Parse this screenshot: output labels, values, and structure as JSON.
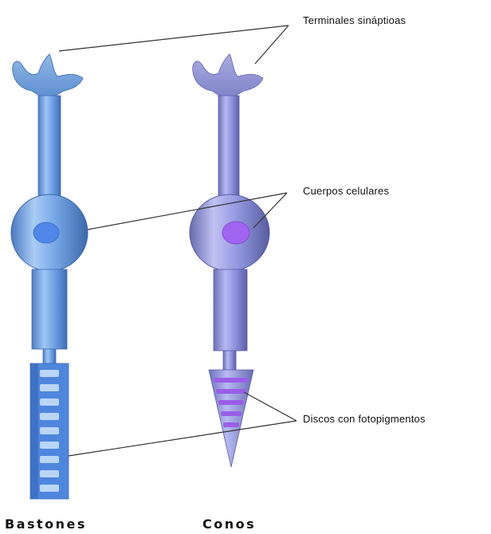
{
  "labels": {
    "terminals": "Terminales sináptioas",
    "cell_bodies": "Cuerpos celulares",
    "discs": "Discos con fotopigmentos"
  },
  "captions": {
    "rods": "Bastones",
    "cones": "Conos"
  },
  "colors": {
    "rod_body": "#6d9fe0",
    "rod_nucleus": "#4f86e8",
    "rod_segment": "#5a8fe0",
    "rod_disc": "#b9d6f7",
    "cone_body": "#8a8ee6",
    "cone_nucleus": "#a064f0",
    "cone_segment": "#8c90e2",
    "cone_disc": "#9a5ee8",
    "leader_line": "#333333"
  }
}
